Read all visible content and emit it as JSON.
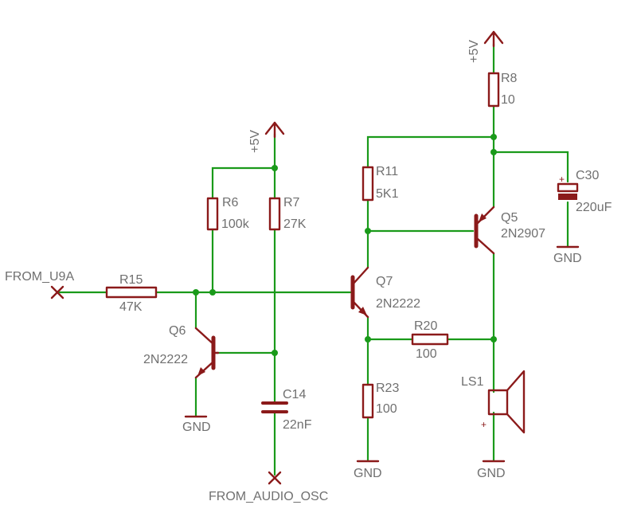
{
  "nets": {
    "from_u9a": "FROM_U9A",
    "from_audio_osc": "FROM_AUDIO_OSC",
    "supply": "+5V",
    "ground": "GND"
  },
  "components": {
    "R15": {
      "ref": "R15",
      "value": "47K"
    },
    "R6": {
      "ref": "R6",
      "value": "100k"
    },
    "R7": {
      "ref": "R7",
      "value": "27K"
    },
    "R11": {
      "ref": "R11",
      "value": "5K1"
    },
    "R8": {
      "ref": "R8",
      "value": "10"
    },
    "R20": {
      "ref": "R20",
      "value": "100"
    },
    "R23": {
      "ref": "R23",
      "value": "100"
    },
    "C14": {
      "ref": "C14",
      "value": "22nF"
    },
    "C30": {
      "ref": "C30",
      "value": "220uF"
    },
    "Q6": {
      "ref": "Q6",
      "value": "2N2222"
    },
    "Q7": {
      "ref": "Q7",
      "value": "2N2222"
    },
    "Q5": {
      "ref": "Q5",
      "value": "2N2907"
    },
    "LS1": {
      "ref": "LS1"
    }
  },
  "polarity": {
    "plus": "+"
  },
  "colors": {
    "wire": "#1a9a1a",
    "symbol": "#8b1a1a",
    "text": "#707070",
    "background": "#ffffff"
  }
}
